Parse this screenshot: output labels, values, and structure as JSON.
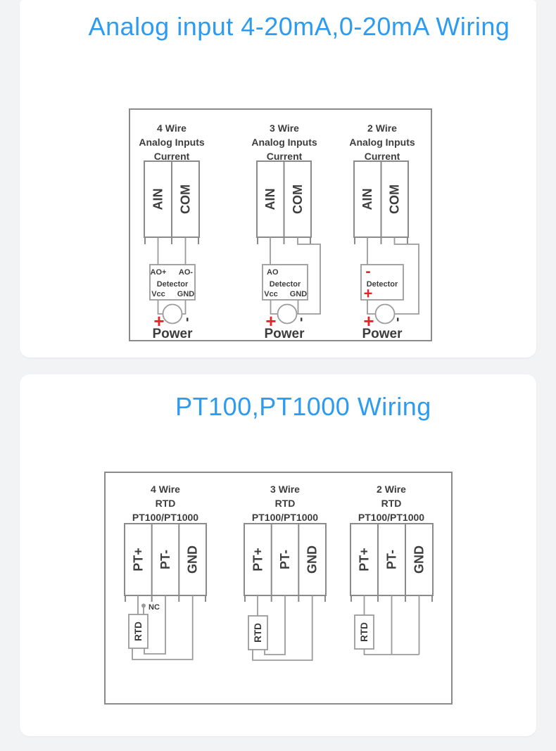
{
  "colors": {
    "title_blue": "#2d9bf0",
    "polarity_red": "#e8232a",
    "wire_gray": "#9b9b9b",
    "text_dark": "#3d3d3d",
    "page_background": "#f2f3f4",
    "card_background": "#ffffff"
  },
  "analog_section": {
    "title": "Analog input 4-20mA,0-20mA Wiring",
    "diagrams": [
      {
        "heading": [
          "4 Wire",
          "Analog Inputs",
          "Current"
        ],
        "terminals": [
          "AIN",
          "COM"
        ],
        "detector": {
          "name": "Detector",
          "ao_plus": "AO+",
          "ao_minus": "AO-",
          "vcc": "Vcc",
          "gnd": "GND"
        },
        "power": {
          "label": "Power",
          "plus": "+",
          "minus": "-"
        }
      },
      {
        "heading": [
          "3 Wire",
          "Analog Inputs",
          "Current"
        ],
        "terminals": [
          "AIN",
          "COM"
        ],
        "detector": {
          "name": "Detector",
          "ao": "AO",
          "vcc": "Vcc",
          "gnd": "GND"
        },
        "power": {
          "label": "Power",
          "plus": "+",
          "minus": "-"
        }
      },
      {
        "heading": [
          "2 Wire",
          "Analog Inputs",
          "Current"
        ],
        "terminals": [
          "AIN",
          "COM"
        ],
        "detector": {
          "name": "Detector",
          "minus": "-",
          "plus": "+"
        },
        "power": {
          "label": "Power",
          "plus": "+",
          "minus": "-"
        }
      }
    ]
  },
  "rtd_section": {
    "title": "PT100,PT1000 Wiring",
    "diagrams": [
      {
        "heading": [
          "4 Wire",
          "RTD",
          "PT100/PT1000"
        ],
        "terminals": [
          "PT+",
          "PT-",
          "GND"
        ],
        "sensor": "RTD",
        "nc": "NC"
      },
      {
        "heading": [
          "3 Wire",
          "RTD",
          "PT100/PT1000"
        ],
        "terminals": [
          "PT+",
          "PT-",
          "GND"
        ],
        "sensor": "RTD"
      },
      {
        "heading": [
          "2 Wire",
          "RTD",
          "PT100/PT1000"
        ],
        "terminals": [
          "PT+",
          "PT-",
          "GND"
        ],
        "sensor": "RTD"
      }
    ]
  }
}
